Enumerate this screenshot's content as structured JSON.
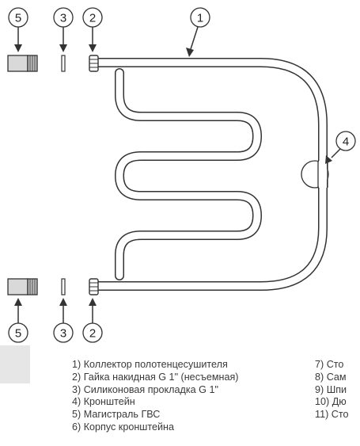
{
  "callouts": {
    "top_left_5": "5",
    "top_left_3": "3",
    "top_left_2": "2",
    "top_right_1": "1",
    "right_4": "4",
    "bottom_left_5": "5",
    "bottom_left_3": "3",
    "bottom_left_2": "2"
  },
  "legend": {
    "left": [
      "1) Коллектор полотенцесушителя",
      "2) Гайка накидная G 1\" (несъемная)",
      "3) Силиконовая прокладка G 1\"",
      "4) Кронштейн",
      "5) Магистраль ГВС",
      "6) Корпус кронштейна"
    ],
    "right": [
      "7) Сто",
      "8) Сам",
      "9) Шпи",
      "10) Дю",
      "11) Сто"
    ]
  },
  "colors": {
    "outline": "#333333",
    "pipe_fill": "#ffffff",
    "grey_fill": "#d9d9d9",
    "side_box": "#e6e6e6"
  }
}
